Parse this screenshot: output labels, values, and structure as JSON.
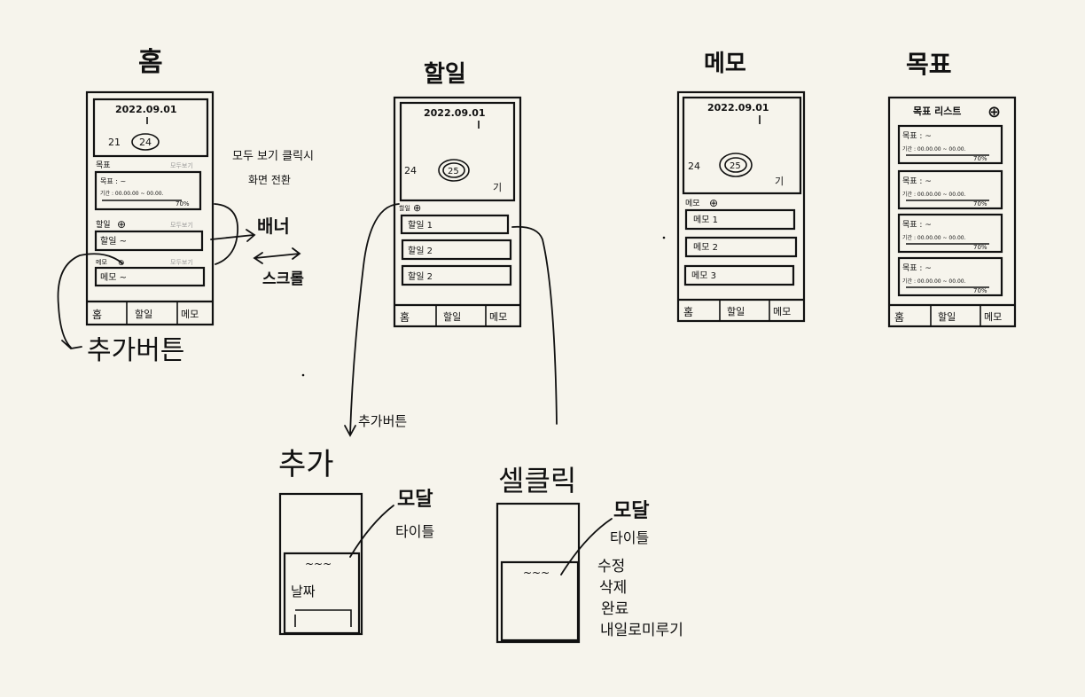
{
  "screens": {
    "home": {
      "title": "홈",
      "date": "2022.09.01",
      "day_left": "21",
      "day_circled": "24",
      "goal_label": "목표",
      "goal_more": "모두보기",
      "goal_card_title": "목표 : ~",
      "goal_card_period": "기간 : 00.00.00 ~ 00.00.",
      "goal_card_percent": "70%",
      "todo_label": "할일",
      "todo_more": "모두보기",
      "todo_item": "할일 ~",
      "memo_label": "메모",
      "memo_more": "모두보기",
      "memo_item": "메모 ~"
    },
    "todo": {
      "title": "할일",
      "date": "2022.09.01",
      "day_left": "24",
      "day_circled": "25",
      "day_right": "기",
      "section_label": "할일",
      "items": [
        "할일 1",
        "할일 2",
        "할일 2"
      ]
    },
    "memo": {
      "title": "메모",
      "date": "2022.09.01",
      "day_left": "24",
      "day_circled": "25",
      "day_right": "기",
      "section_label": "메모",
      "items": [
        "메모 1",
        "메모 2",
        "메모 3"
      ]
    },
    "goal": {
      "title": "목표",
      "list_title": "목표 리스트",
      "card_title": "목표 : ~",
      "card_period": "기간 : 00.00.00 ~ 00.00.",
      "card_percent": "70%"
    },
    "add_modal": {
      "title": "추가",
      "modal_label": "모달",
      "modal_sub": "타이틀",
      "wave": "~~~",
      "date_label": "날짜"
    },
    "cell_modal": {
      "title": "셀클릭",
      "modal_label": "모달",
      "modal_sub": "타이틀",
      "wave": "~~~",
      "options": [
        "수정",
        "삭제",
        "완료",
        "내일로미루기"
      ]
    }
  },
  "tabbar": {
    "home": "홈",
    "todo": "할일",
    "memo": "메모"
  },
  "annotations": {
    "view_all_note_line1": "모두 보기 클릭시",
    "view_all_note_line2": "화면 전환",
    "banner": "배너",
    "scroll": "스크롤",
    "add_button_big": "추가버튼",
    "add_button_small": "추가버튼"
  }
}
